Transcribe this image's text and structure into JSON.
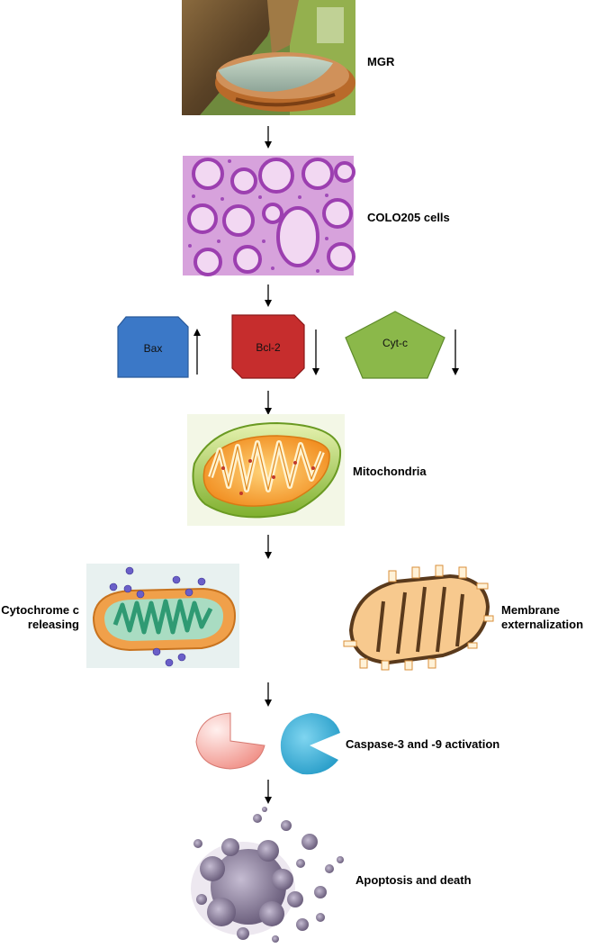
{
  "steps": {
    "mgr": "MGR",
    "colo205": "COLO205 cells",
    "mitochondria": "Mitochondria",
    "cytochrome_release": [
      "Cytochrome c",
      "releasing"
    ],
    "membrane": [
      "Membrane",
      "externalization"
    ],
    "caspase": "Caspase-3 and -9 activation",
    "apoptosis": "Apoptosis and death"
  },
  "proteins": [
    {
      "label": "Bax",
      "trend": "up",
      "color": "#3b78c7"
    },
    {
      "label": "Bcl-2",
      "trend": "down",
      "color": "#c62d2d"
    },
    {
      "label": "Cyt-c",
      "trend": "down",
      "color": "#8bb84a"
    }
  ],
  "colors": {
    "cell_stain": "#b15cc0",
    "mito_outer": "#8fbf3a",
    "mito_inner": "#f1a13c",
    "caspase_3": "#f6b8b2",
    "caspase_9": "#2ba7d3",
    "apoptotic_body": "#6e6280"
  }
}
